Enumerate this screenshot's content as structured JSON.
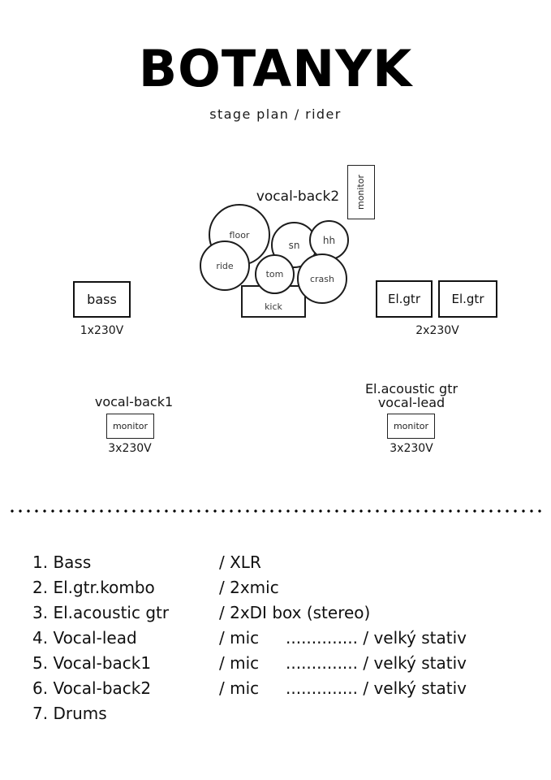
{
  "header": {
    "title": "BOTANYK",
    "subtitle": "stage plan / rider"
  },
  "stage": {
    "vocal_back2_label": "vocal-back2",
    "monitor_top": "monitor",
    "drums": {
      "floor": "floor",
      "sn": "sn",
      "hh": "hh",
      "ride": "ride",
      "tom": "tom",
      "crash": "crash",
      "kick": "kick"
    },
    "bass": {
      "label": "bass",
      "power": "1x230V"
    },
    "elgtr": {
      "label_a": "El.gtr",
      "label_b": "El.gtr",
      "power": "2x230V"
    },
    "vocal_back1": {
      "label": "vocal-back1",
      "monitor": "monitor",
      "power": "3x230V"
    },
    "front": {
      "line1": "El.acoustic gtr",
      "line2": "vocal-lead",
      "monitor": "monitor",
      "power": "3x230V"
    }
  },
  "inputs": {
    "items": [
      {
        "name": "1. Bass",
        "detail": "/ XLR",
        "extra": ""
      },
      {
        "name": "2. El.gtr.kombo",
        "detail": "/ 2xmic",
        "extra": ""
      },
      {
        "name": "3. El.acoustic gtr",
        "detail": "/ 2xDI box (stereo)",
        "extra": ""
      },
      {
        "name": "4. Vocal-lead",
        "detail": "/ mic",
        "extra": ".............. / velký stativ"
      },
      {
        "name": "5. Vocal-back1",
        "detail": "/ mic",
        "extra": ".............. / velký stativ"
      },
      {
        "name": "6. Vocal-back2",
        "detail": "/ mic",
        "extra": ".............. / velký stativ"
      },
      {
        "name": "7. Drums",
        "detail": "",
        "extra": ""
      }
    ]
  },
  "colors": {
    "ink": "#111111",
    "paper": "#ffffff"
  }
}
